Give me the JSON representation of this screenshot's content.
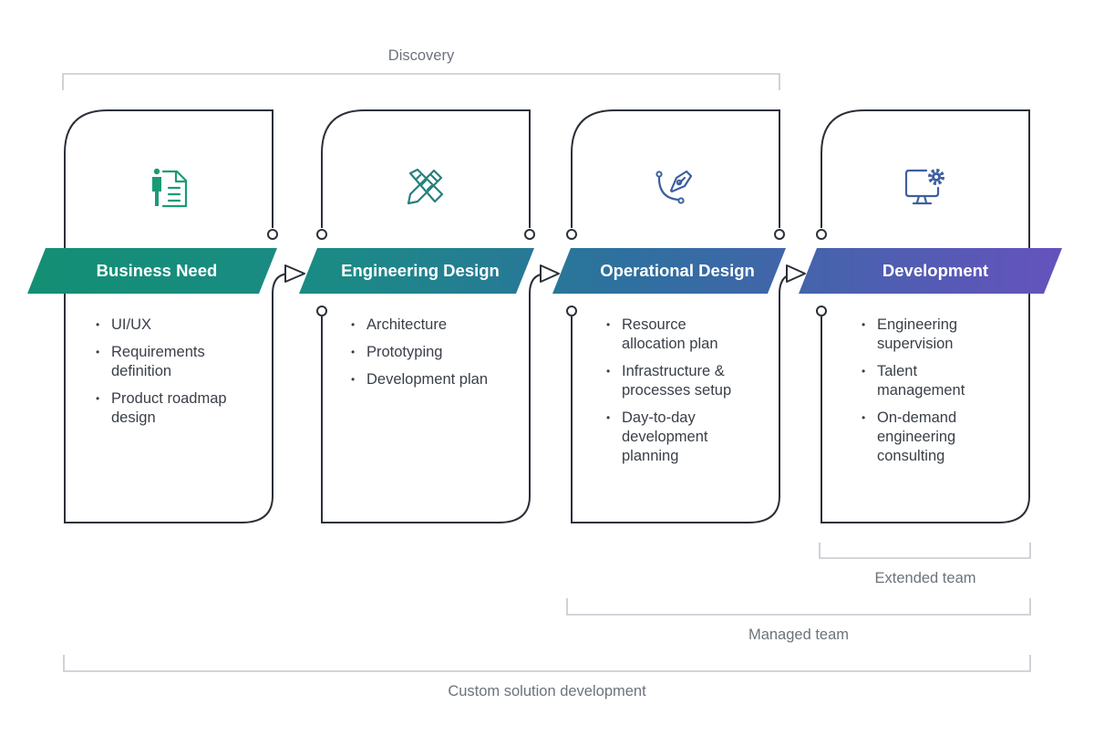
{
  "brackets": {
    "discovery": "Discovery",
    "extended_team": "Extended team",
    "managed_team": "Managed team",
    "custom_solution": "Custom solution development"
  },
  "stages": [
    {
      "title": "Business Need",
      "icon": "business-need-icon",
      "items": [
        "UI/UX",
        "Requirements definition",
        "Product roadmap design"
      ]
    },
    {
      "title": "Engineering Design",
      "icon": "pencil-ruler-icon",
      "items": [
        "Architecture",
        "Prototyping",
        "Development plan"
      ]
    },
    {
      "title": "Operational Design",
      "icon": "pen-tool-icon",
      "items": [
        "Resource allocation plan",
        "Infrastructure & processes setup",
        "Day-to-day development planning"
      ]
    },
    {
      "title": "Development",
      "icon": "monitor-gear-icon",
      "items": [
        "Engineering supervision",
        "Talent management",
        "On-demand engineering consulting"
      ]
    }
  ],
  "colors": {
    "banner_start": "#138f73",
    "banner_mid1": "#1b8a86",
    "banner_mid2": "#2e709f",
    "banner_end": "#6552bd",
    "icon_green": "#1b9a78",
    "icon_teal": "#27807f",
    "icon_blue": "#3d5f9f",
    "outline": "#2b3038",
    "bracket": "#c3c7cd"
  }
}
